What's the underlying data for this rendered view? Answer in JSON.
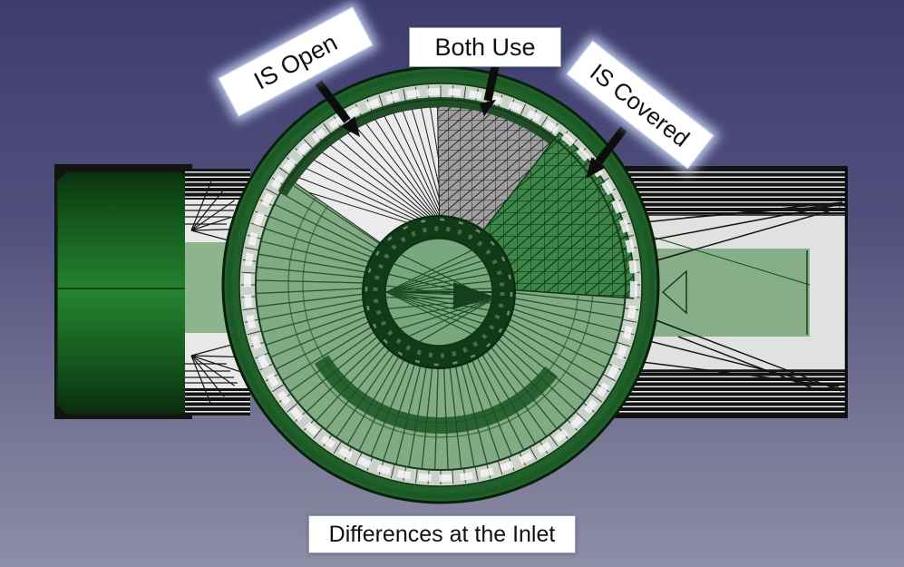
{
  "annotations": {
    "is_open": "IS Open",
    "both_use": "Both Use",
    "is_covered": "IS Covered",
    "caption": "Differences at the Inlet"
  },
  "colors": {
    "background_top": "#3d3c6e",
    "background_bottom": "#8f8ea6",
    "pipe_dark_green": "#268230",
    "flange_face_green": "#81aa85",
    "covered_sector_green": "#3f8549",
    "open_sector_white": "#ebebeb",
    "both_use_sector_gray": "#a0a0a0",
    "pipe_body_gray": "#dfe2df",
    "inner_duct_green": "#8cb58e",
    "mesh_line_green": "#1d4c24",
    "label_background": "#ffffff",
    "label_text": "#111111",
    "arrow_black": "#0d0d0d"
  }
}
